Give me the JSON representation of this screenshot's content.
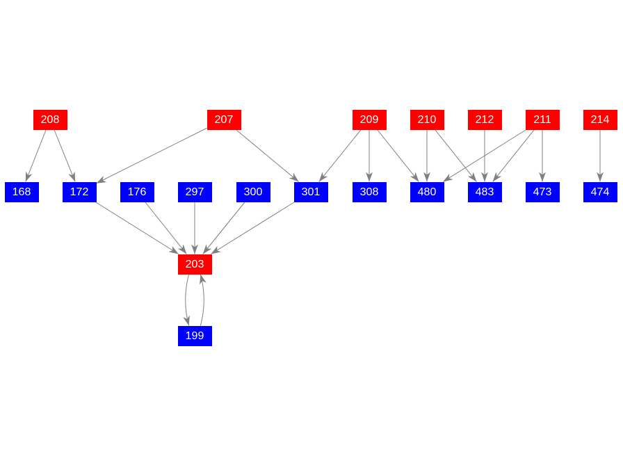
{
  "colors": {
    "source": "#ff0000",
    "target": "#0000ff",
    "edge": "#808080"
  },
  "nodes": [
    {
      "id": "208",
      "label": "208",
      "kind": "source"
    },
    {
      "id": "207",
      "label": "207",
      "kind": "source"
    },
    {
      "id": "209",
      "label": "209",
      "kind": "source"
    },
    {
      "id": "210",
      "label": "210",
      "kind": "source"
    },
    {
      "id": "212",
      "label": "212",
      "kind": "source"
    },
    {
      "id": "211",
      "label": "211",
      "kind": "source"
    },
    {
      "id": "214",
      "label": "214",
      "kind": "source"
    },
    {
      "id": "168",
      "label": "168",
      "kind": "target"
    },
    {
      "id": "172",
      "label": "172",
      "kind": "target"
    },
    {
      "id": "176",
      "label": "176",
      "kind": "target"
    },
    {
      "id": "297",
      "label": "297",
      "kind": "target"
    },
    {
      "id": "300",
      "label": "300",
      "kind": "target"
    },
    {
      "id": "301",
      "label": "301",
      "kind": "target"
    },
    {
      "id": "308",
      "label": "308",
      "kind": "target"
    },
    {
      "id": "480",
      "label": "480",
      "kind": "target"
    },
    {
      "id": "483",
      "label": "483",
      "kind": "target"
    },
    {
      "id": "473",
      "label": "473",
      "kind": "target"
    },
    {
      "id": "474",
      "label": "474",
      "kind": "target"
    },
    {
      "id": "203",
      "label": "203",
      "kind": "source"
    },
    {
      "id": "199",
      "label": "199",
      "kind": "target"
    }
  ],
  "edges": [
    [
      "208",
      "168"
    ],
    [
      "208",
      "172"
    ],
    [
      "207",
      "172"
    ],
    [
      "207",
      "301"
    ],
    [
      "209",
      "301"
    ],
    [
      "209",
      "308"
    ],
    [
      "209",
      "480"
    ],
    [
      "210",
      "480"
    ],
    [
      "210",
      "483"
    ],
    [
      "212",
      "483"
    ],
    [
      "211",
      "480"
    ],
    [
      "211",
      "483"
    ],
    [
      "211",
      "473"
    ],
    [
      "214",
      "474"
    ],
    [
      "172",
      "203"
    ],
    [
      "176",
      "203"
    ],
    [
      "297",
      "203"
    ],
    [
      "300",
      "203"
    ],
    [
      "301",
      "203"
    ],
    [
      "203",
      "199"
    ],
    [
      "199",
      "203"
    ]
  ]
}
